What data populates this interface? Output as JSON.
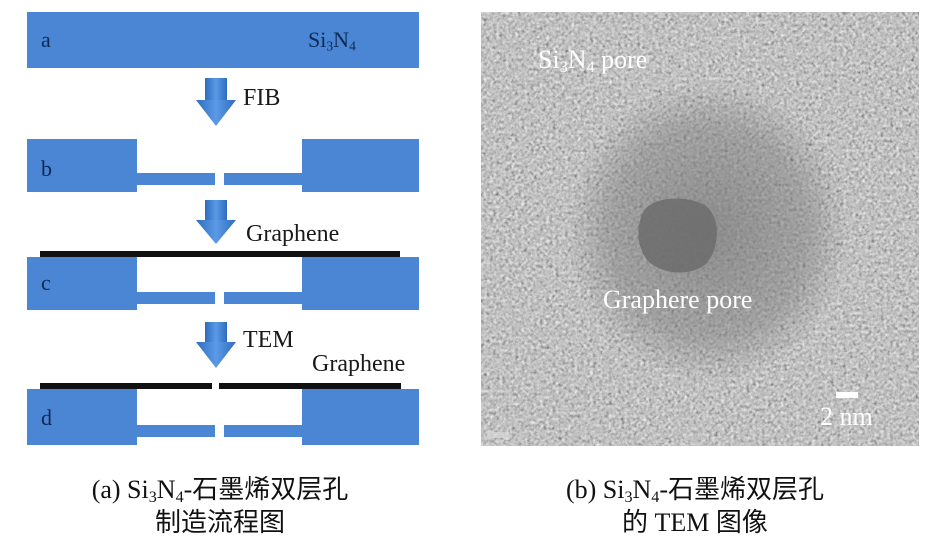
{
  "left_panel": {
    "steps": [
      {
        "letter": "a",
        "material_base": "Si",
        "material_sub1": "3",
        "material_mid": "N",
        "material_sub2": "4"
      },
      {
        "letter": "b"
      },
      {
        "letter": "c"
      },
      {
        "letter": "d"
      }
    ],
    "arrows": [
      {
        "label": "FIB"
      },
      {
        "label": "Graphene"
      },
      {
        "label": "TEM"
      }
    ],
    "graphene_label_d": "Graphene",
    "colors": {
      "membrane": "#4a86d4",
      "graphene": "#111111",
      "arrow": "#3f7fd0"
    }
  },
  "right_panel": {
    "top_label_base": "Si",
    "top_label_sub1": "3",
    "top_label_mid": "N",
    "top_label_sub2": "4",
    "top_label_tail": " pore",
    "center_label": "Graphere pore",
    "scale_bar": "2 nm"
  },
  "captions": {
    "a": {
      "prefix": "(a) Si",
      "sub1": "3",
      "mid": "N",
      "sub2": "4",
      "line1_tail": "-石墨烯双层孔",
      "line2": "制造流程图"
    },
    "b": {
      "prefix": "(b) Si",
      "sub1": "3",
      "mid": "N",
      "sub2": "4",
      "line1_tail": "-石墨烯双层孔",
      "line2": "的 TEM 图像"
    }
  }
}
